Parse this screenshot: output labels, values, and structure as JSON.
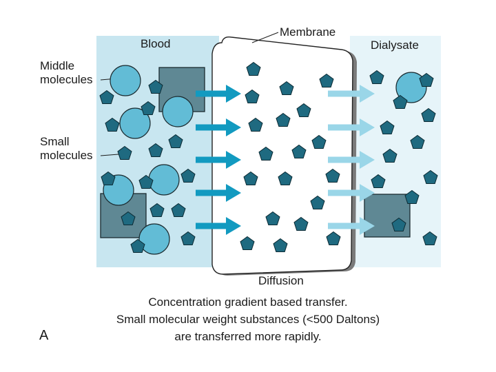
{
  "labels": {
    "blood": "Blood",
    "membrane": "Membrane",
    "dialysate": "Dialysate",
    "middle_molecules": "Middle\nmolecules",
    "small_molecules": "Small\nmolecules",
    "diffusion": "Diffusion",
    "panel_letter": "A"
  },
  "caption": {
    "line1": "Concentration gradient based transfer.",
    "line2": "Small molecular weight substances (<500 Daltons)",
    "line3": "are transferred more rapidly."
  },
  "colors": {
    "blood_bg": "#c8e6f0",
    "dialysate_bg": "#e6f4f9",
    "small_molecule": "#1f6a80",
    "middle_molecule": "#62bcd6",
    "large_square": "#5f8894",
    "arrow_strong": "#129ac0",
    "arrow_light": "#9ad6e8"
  }
}
